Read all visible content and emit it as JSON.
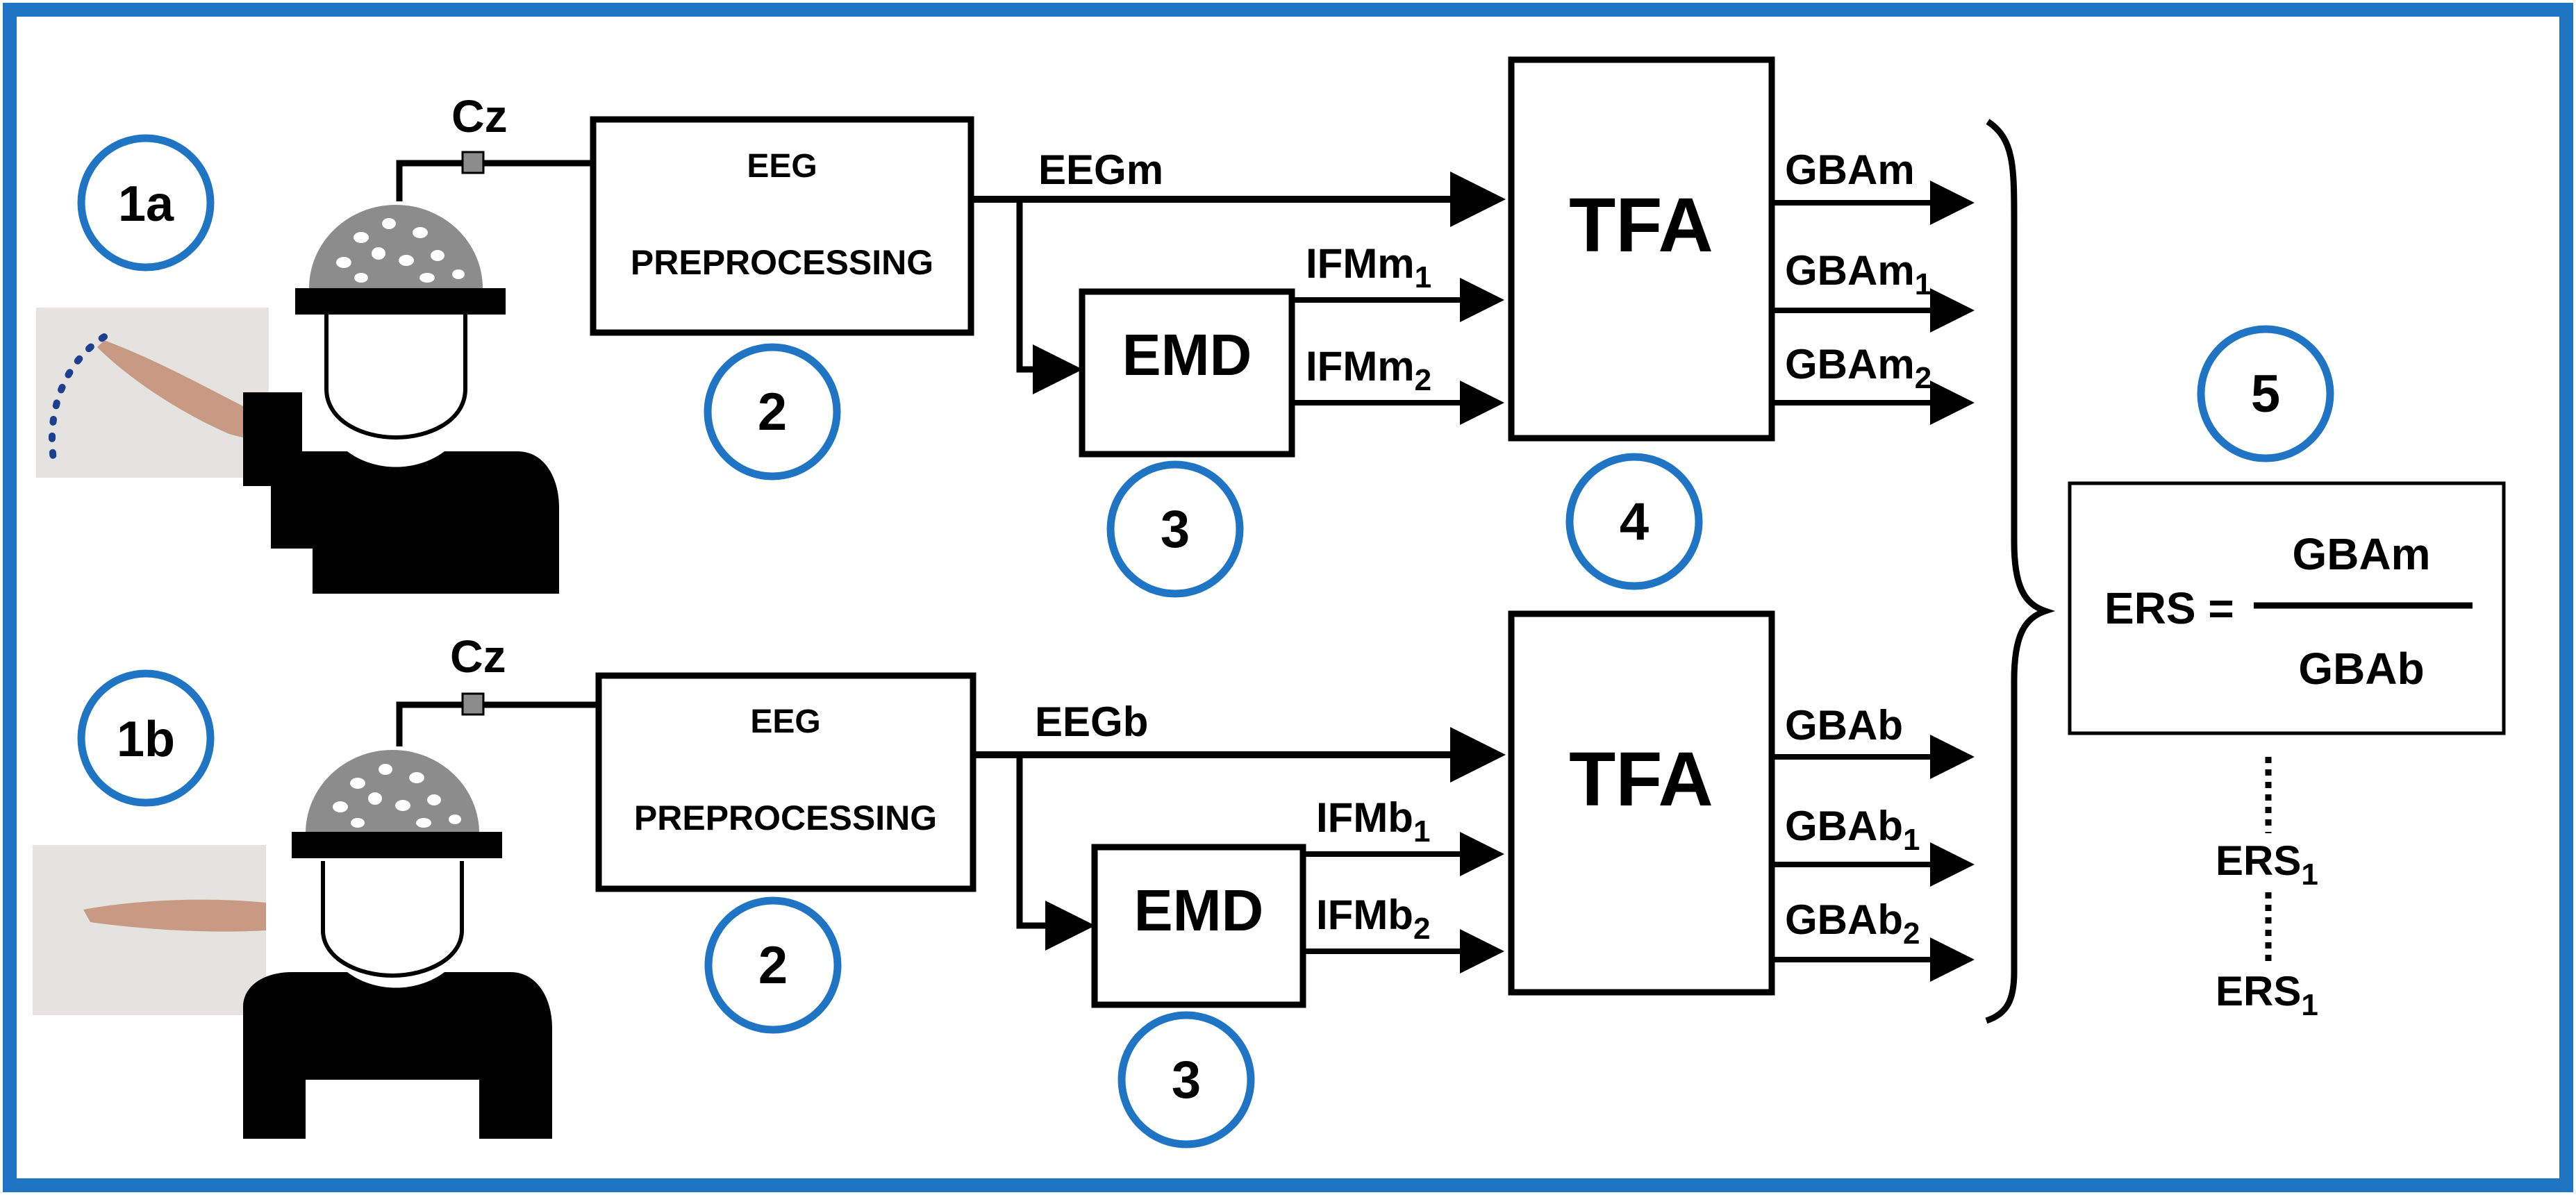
{
  "colors": {
    "frame": "#1f75c4",
    "step_circle": "#1f75c4",
    "ink": "#000000",
    "helmet": "#8c8c8c",
    "trajectory": "#1c3f8f",
    "skin": "#c89a84"
  },
  "steps": {
    "s1a": "1a",
    "s1b": "1b",
    "s2": "2",
    "s3": "3",
    "s4": "4",
    "s5": "5"
  },
  "top_path": {
    "electrode": "Cz",
    "pre_line1": "EEG",
    "pre_line2": "PREPROCESSING",
    "signal": "EEGm",
    "emd": "EMD",
    "imf1": "IFMm",
    "imf1_sub": "1",
    "imf2": "IFMm",
    "imf2_sub": "2",
    "tfa": "TFA",
    "out0": "GBAm",
    "out1": "GBAm",
    "out1_sub": "1",
    "out2": "GBAm",
    "out2_sub": "2"
  },
  "bottom_path": {
    "electrode": "Cz",
    "pre_line1": "EEG",
    "pre_line2": "PREPROCESSING",
    "signal": "EEGb",
    "emd": "EMD",
    "imf1": "IFMb",
    "imf1_sub": "1",
    "imf2": "IFMb",
    "imf2_sub": "2",
    "tfa": "TFA",
    "out0": "GBAb",
    "out1": "GBAb",
    "out1_sub": "1",
    "out2": "GBAb",
    "out2_sub": "2"
  },
  "formula": {
    "lhs": "ERS =",
    "numerator": "GBAm",
    "denominator": "GBAb"
  },
  "ers_list": {
    "item1": "ERS",
    "item1_sub": "1",
    "item2": "ERS",
    "item2_sub": "1"
  }
}
